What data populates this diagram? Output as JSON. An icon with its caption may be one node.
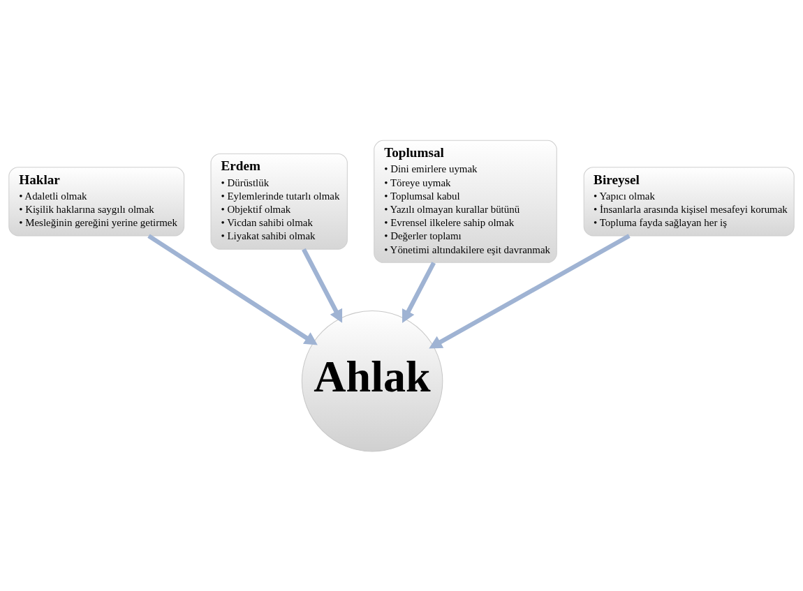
{
  "diagram": {
    "nodes": [
      {
        "text": [
          "Toplumsal",
          "• Dini emirlere uymak",
          "• Töreye uymak",
          "• Toplumsal kabul",
          "• Yazılı olmayan kurallar bütünü",
          "• Evrensel ilkelere sahip olmak",
          "• Değerler toplamı",
          "• Yönetimi altındakilere eşit davranmak"
        ]
      },
      {
        "text": [
          "Erdem",
          "• Dürüstlük",
          "• Eylemlerinde tutarlı olmak",
          "• Objektif olmak",
          "• Vicdan sahibi olmak",
          "• Liyakat sahibi olmak"
        ]
      },
      {
        "text": [
          "Haklar",
          "• Adaletli olmak",
          "• Kişilik haklarına saygılı olmak",
          "• Mesleğinin gereğini yerine getirmek"
        ]
      },
      {
        "text": [
          "Bireysel",
          "• Yapıcı olmak",
          "• İnsanlarla arasında kişisel mesafeyi korumak",
          "• Topluma fayda sağlayan her iş"
        ]
      },
      {
        "text": [
          "Ahlak"
        ]
      }
    ],
    "edges": [
      {
        "from": 2,
        "to": 4,
        "arrow": "to"
      },
      {
        "from": 1,
        "to": 4,
        "arrow": "to"
      },
      {
        "from": 0,
        "to": 4,
        "arrow": "to"
      },
      {
        "from": 3,
        "to": 4,
        "arrow": "to"
      }
    ]
  }
}
